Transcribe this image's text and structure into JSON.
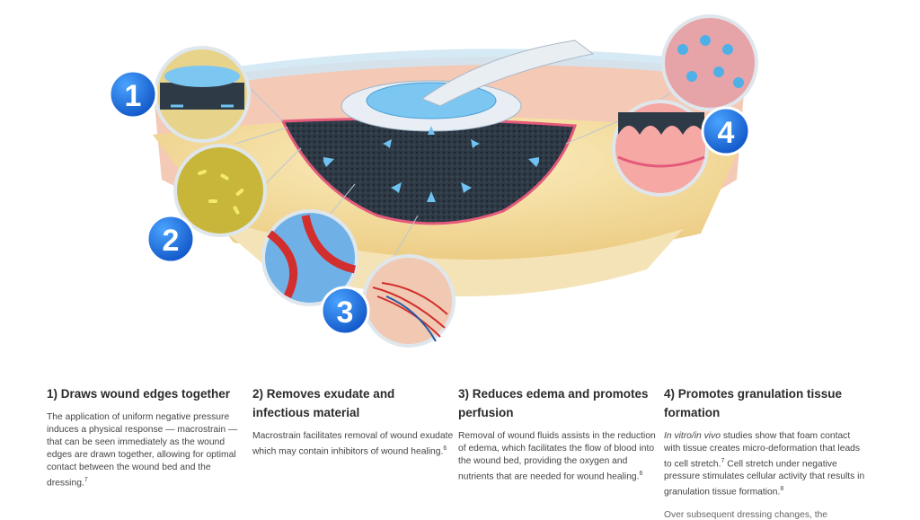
{
  "badges": {
    "one": "1",
    "two": "2",
    "three": "3",
    "four": "4"
  },
  "sections": [
    {
      "title": "1) Draws wound edges together",
      "body": "The application of uniform negative pressure induces a physical response — macrostrain — that can be seen immediately as the wound edges are drawn together, allowing for optimal contact between the wound bed and the dressing.",
      "ref": "7"
    },
    {
      "title": "2) Removes exudate and infectious material",
      "body": "Macrostrain facilitates removal of wound exudate which may contain inhibitors of wound healing.",
      "ref": "6"
    },
    {
      "title": "3) Reduces edema and promotes perfusion",
      "body": "Removal of wound fluids assists in the reduction of edema, which facilitates the flow of blood into the wound bed, providing the oxygen and nutrients that are needed for wound healing.",
      "ref": "6"
    },
    {
      "title": "4) Promotes granulation tissue formation",
      "body_italic": "In vitro/in vivo",
      "body": " studies show that foam contact with tissue creates micro-deformation that leads to cell stretch.",
      "ref": "7",
      "body2": " Cell stretch under negative pressure stimulates cellular activity that results in granulation tissue formation.",
      "ref2": "8",
      "cutoff": "Over subsequent dressing changes, the"
    }
  ],
  "colors": {
    "badge": "#1565d8",
    "foam": "#2f3a47",
    "tissue": "#e89a8a",
    "fat": "#f2d98a",
    "drape": "#cfe6f5"
  }
}
